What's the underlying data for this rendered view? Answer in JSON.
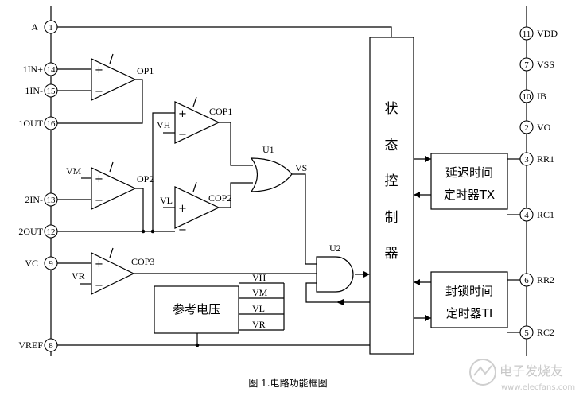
{
  "pins": {
    "p1": {
      "num": "1",
      "label": "A"
    },
    "p14": {
      "num": "14",
      "label": "1IN+"
    },
    "p15": {
      "num": "15",
      "label": "1IN-"
    },
    "p16": {
      "num": "16",
      "label": "1OUT"
    },
    "p13": {
      "num": "13",
      "label": "2IN-"
    },
    "p12": {
      "num": "12",
      "label": "2OUT"
    },
    "p9": {
      "num": "9",
      "label": "VC"
    },
    "p8": {
      "num": "8",
      "label": "VREF"
    },
    "p11": {
      "num": "11",
      "label": "VDD"
    },
    "p7": {
      "num": "7",
      "label": "VSS"
    },
    "p10": {
      "num": "10",
      "label": "IB"
    },
    "p2": {
      "num": "2",
      "label": "VO"
    },
    "p3": {
      "num": "3",
      "label": "RR1"
    },
    "p4": {
      "num": "4",
      "label": "RC1"
    },
    "p6": {
      "num": "6",
      "label": "RR2"
    },
    "p5": {
      "num": "5",
      "label": "RC2"
    }
  },
  "amps": {
    "op1": {
      "label": "OP1",
      "plus": "+",
      "minus": "−"
    },
    "op2": {
      "label": "OP2",
      "input": "VM",
      "plus": "+",
      "minus": "−"
    },
    "cop1": {
      "label": "COP1",
      "input": "VH",
      "plus": "+",
      "minus": "−"
    },
    "cop2": {
      "label": "COP2",
      "input": "VL",
      "plus": "+",
      "minus": "−"
    },
    "cop3": {
      "label": "COP3",
      "input": "VR",
      "plus": "+",
      "minus": "−"
    }
  },
  "gates": {
    "u1": {
      "label": "U1",
      "output": "VS"
    },
    "u2": {
      "label": "U2"
    }
  },
  "blocks": {
    "state_ctrl": [
      "状",
      "态",
      "控",
      "制",
      "器"
    ],
    "delay_timer": [
      "延迟时间",
      "定时器TX"
    ],
    "lock_timer": [
      "封锁时间",
      "定时器TI"
    ],
    "reference": {
      "title": "参考电压",
      "outputs": [
        "VH",
        "VM",
        "VL",
        "VR"
      ]
    }
  },
  "caption": "图 1.电路功能框图",
  "watermark": {
    "main": "电子发烧友",
    "sub": "www.elecfans.com"
  }
}
